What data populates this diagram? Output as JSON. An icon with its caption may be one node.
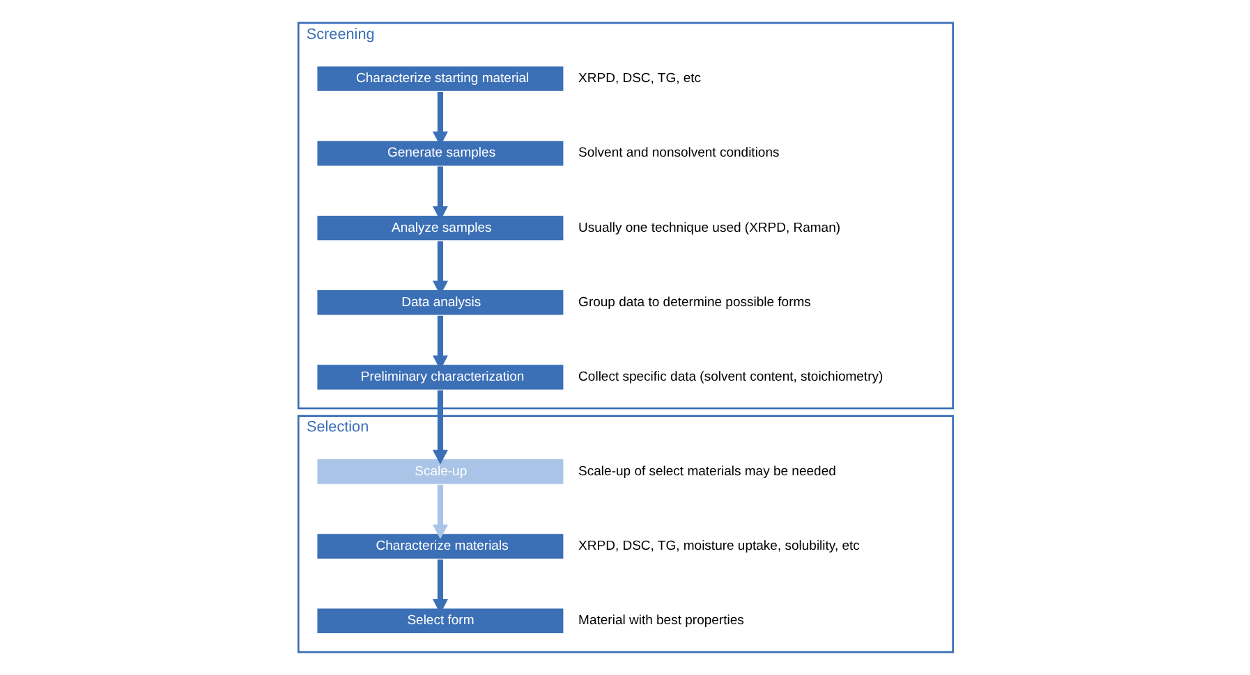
{
  "diagram": {
    "nodes": [
      {
        "text": [
          "Screening"
        ]
      },
      {
        "text": [
          "Characterize starting material"
        ],
        "in": 0,
        "beside": [
          "XRPD, DSC, TG, etc"
        ]
      },
      {
        "text": [
          "Generate samples"
        ],
        "in": 0,
        "beside": [
          "Solvent and nonsolvent conditions"
        ]
      },
      {
        "text": [
          "Analyze samples"
        ],
        "in": 0,
        "beside": [
          "Usually one technique used (XRPD, Raman)"
        ]
      },
      {
        "text": [
          "Data analysis"
        ],
        "in": 0,
        "beside": [
          "Group data to determine possible forms"
        ]
      },
      {
        "text": [
          "Preliminary characterization"
        ],
        "in": 0,
        "beside": [
          "Collect specific data (solvent content, stoichiometry)"
        ]
      },
      {
        "text": [
          "Selection"
        ]
      },
      {
        "text": [
          "Scale-up"
        ],
        "in": 6,
        "beside": [
          "Scale-up of select materials may be needed"
        ]
      },
      {
        "text": [
          "Characterize materials"
        ],
        "in": 6,
        "beside": [
          "XRPD, DSC, TG, moisture uptake, solubility, etc"
        ]
      },
      {
        "text": [
          "Select form"
        ],
        "in": 6,
        "beside": [
          "Material with best properties"
        ]
      }
    ],
    "edges": [
      {
        "from": 1,
        "to": 2,
        "arrow": "to"
      },
      {
        "from": 2,
        "to": 3,
        "arrow": "to"
      },
      {
        "from": 3,
        "to": 4,
        "arrow": "to"
      },
      {
        "from": 4,
        "to": 5,
        "arrow": "to"
      },
      {
        "from": 5,
        "to": 7,
        "arrow": "to"
      },
      {
        "from": 7,
        "to": 8,
        "arrow": "to",
        "color": "#a9c4e6"
      },
      {
        "from": 8,
        "to": 9,
        "arrow": "to"
      }
    ]
  }
}
